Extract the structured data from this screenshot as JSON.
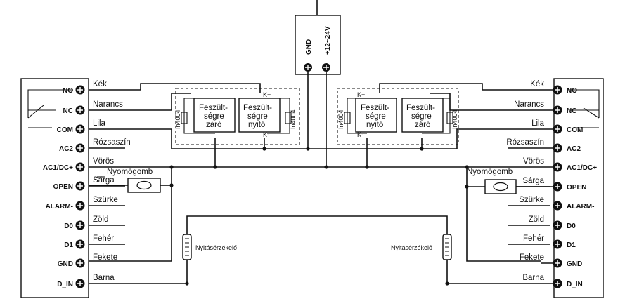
{
  "power_supply": {
    "gnd": "GND",
    "voltage": "+12~24V"
  },
  "terminals": [
    "NO",
    "NC",
    "COM",
    "AC2",
    "AC1/DC+",
    "OPEN",
    "ALARM-",
    "D0",
    "D1",
    "GND",
    "D_IN"
  ],
  "wire_colors": [
    "Kék",
    "Narancs",
    "Lila",
    "Rózsaszín",
    "Vörös",
    "Sárga",
    "Szürke",
    "Zöld",
    "Fehér",
    "Fekete",
    "Barna"
  ],
  "button_label": "Nyomógomb",
  "sensor_label": "Nyitásérzékelő",
  "locks": {
    "left_a": [
      "Feszült-",
      "ségre",
      "záró"
    ],
    "left_b": [
      "Feszült-",
      "ségre",
      "nyitó"
    ],
    "right_a": [
      "Feszült-",
      "ségre",
      "nyitó"
    ],
    "right_b": [
      "Feszült-",
      "ségre",
      "záró"
    ]
  },
  "diode_label": "In4004",
  "polarity": {
    "plus": "K+",
    "minus": "K-"
  }
}
